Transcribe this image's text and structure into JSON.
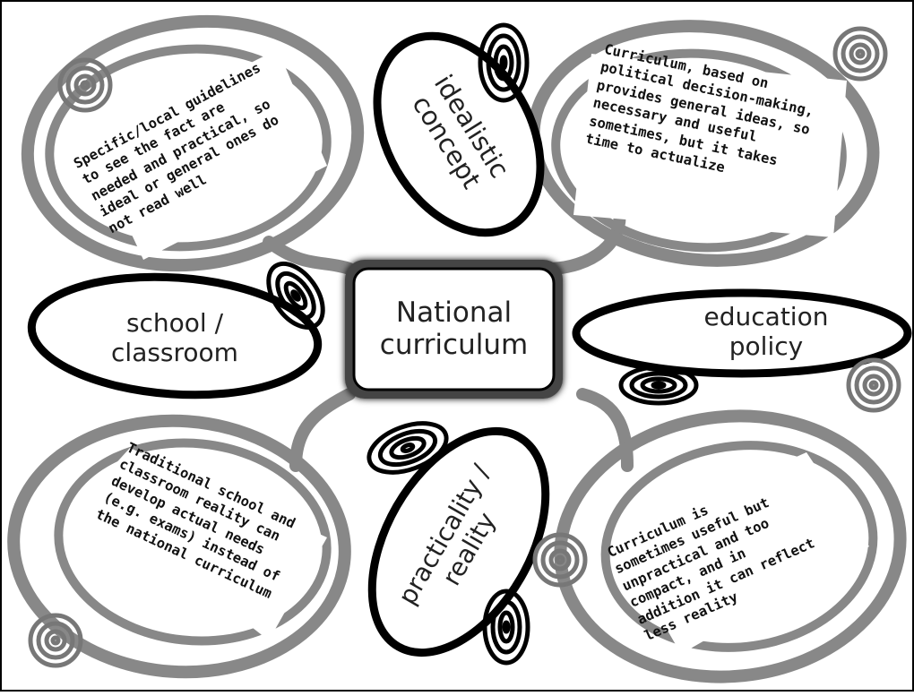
{
  "center": {
    "title": "National\ncurriculum"
  },
  "nodes": {
    "idealistic": "idealistic\nconcept",
    "school": "school /\nclassroom",
    "policy": "education\npolicy",
    "practicality": "practicality /\nreality"
  },
  "notes": {
    "top_left": "Specific/local guidelines\nto see the fact are\nneeded and practical, so\nideal or general ones do\nnot read well",
    "top_right": "Curriculum, based on\npolitical decision-making,\nprovides general ideas, so\nnecessary and useful\nsometimes, but it takes\ntime to actualize",
    "bottom_left": "Traditional school and\nclassroom reality can\ndevelop actual needs\n(e.g. exams) instead of\nthe national curriculum",
    "bottom_right": "Curriculum is\nsometimes useful but\nunpractical and too\ncompact, and in\naddition it can reflect\nless reality"
  }
}
